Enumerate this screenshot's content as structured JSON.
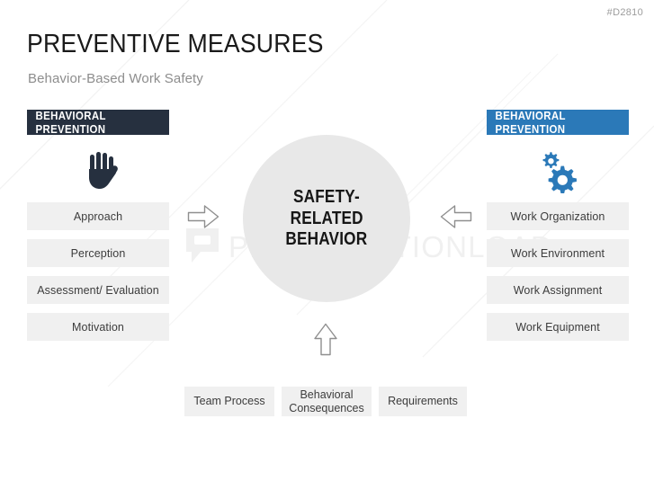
{
  "doc_id": "#D2810",
  "title": "PREVENTIVE MEASURES",
  "subtitle": "Behavior-Based Work Safety",
  "watermark": {
    "text": "PRESENTATIONLOAD",
    "logo": "speech-bubble-logo"
  },
  "center": {
    "lines": [
      "SAFETY-",
      "RELATED",
      "BEHAVIOR"
    ],
    "fill": "#e8e8e8"
  },
  "columns": {
    "left": {
      "header": "BEHAVIORAL PREVENTION",
      "header_color": "#26303f",
      "icon": "hand-icon",
      "icon_color": "#26303f",
      "items": [
        "Approach",
        "Perception",
        "Assessment/ Evaluation",
        "Motivation"
      ]
    },
    "right": {
      "header": "BEHAVIORAL PREVENTION",
      "header_color": "#2b79b8",
      "icon": "gears-icon",
      "icon_color": "#2b79b8",
      "items": [
        "Work Organization",
        "Work Environment",
        "Work Assignment",
        "Work Equipment"
      ]
    }
  },
  "bottom": {
    "items": [
      {
        "line1": "Team Process",
        "line2": ""
      },
      {
        "line1": "Behavioral",
        "line2": "Consequences"
      },
      {
        "line1": "Requirements",
        "line2": ""
      }
    ]
  },
  "arrows": [
    {
      "name": "arrow-right-icon",
      "direction": "right"
    },
    {
      "name": "arrow-left-icon",
      "direction": "left"
    },
    {
      "name": "arrow-up-icon",
      "direction": "up"
    }
  ],
  "colors": {
    "dark": "#26303f",
    "accent_blue": "#2b79b8",
    "box_fill": "#f0f0f0",
    "circle_fill": "#e8e8e8",
    "text": "#3c3c3c",
    "muted": "#8d8d8d"
  }
}
